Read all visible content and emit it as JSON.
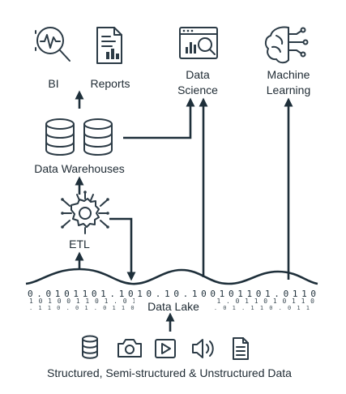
{
  "labels": {
    "bi": "BI",
    "reports": "Reports",
    "data_science_1": "Data",
    "data_science_2": "Science",
    "machine_learning_1": "Machine",
    "machine_learning_2": "Learning",
    "data_warehouses": "Data Warehouses",
    "etl": "ETL",
    "data_lake": "Data Lake",
    "sources": "Structured, Semi-structured & Unstructured Data"
  },
  "bit_rows": [
    "0 . 0 1 0 1 1 0 1 . 1 0 1 0 . 1 0 . 1 0 0 1 0 1 1 0 1 . 0 1 1 0",
    "1 0 1 0 0 1 1 0 1 . 0 1 1 0 1 0 1 1 0 0 1 . 0 1 1 0 1 0 1 1 0",
    ". 1 1 0 . 0 1 . 0 1 1 0 . 1 0 1 . 0 0 1 . 0 1 . 1 1 0 . 0 1 1"
  ],
  "colors": {
    "ink": "#1e2f3a",
    "icon": "#2c3b46",
    "background": "#ffffff"
  }
}
